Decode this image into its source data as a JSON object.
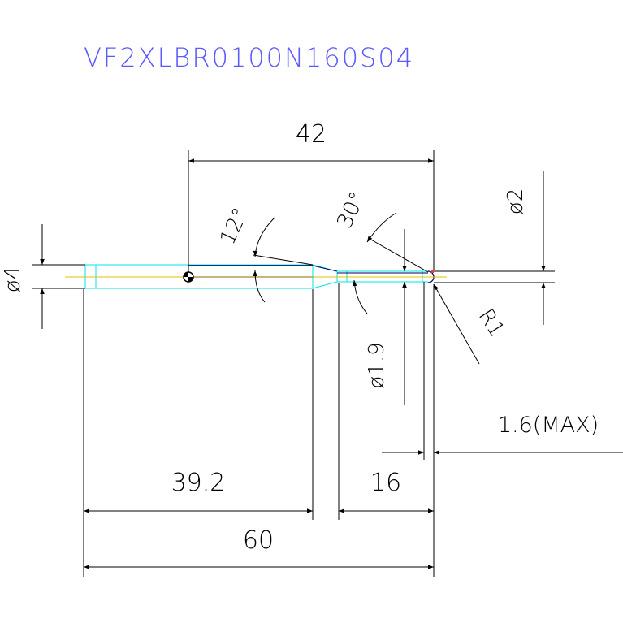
{
  "title": "VF2XLBR0100N160S04",
  "dimensions": {
    "overall_shank_to_tip": "42",
    "angle_taper": "12°",
    "angle_neck": "30°",
    "shank_diameter": "ø4",
    "ball_diameter": "ø2",
    "neck_diameter": "ø1.9",
    "ball_radius": "R1",
    "neck_length_max": "1.6(MAX)",
    "shank_length": "39.2",
    "effective_length": "16",
    "overall_length": "60"
  },
  "colors": {
    "title": "#5a5aff",
    "dimension": "#000000",
    "tool_outline": "#00e5e5",
    "tool_body": "#000060",
    "centerline": "#e0c000",
    "tip_highlight": "#ff3030"
  }
}
